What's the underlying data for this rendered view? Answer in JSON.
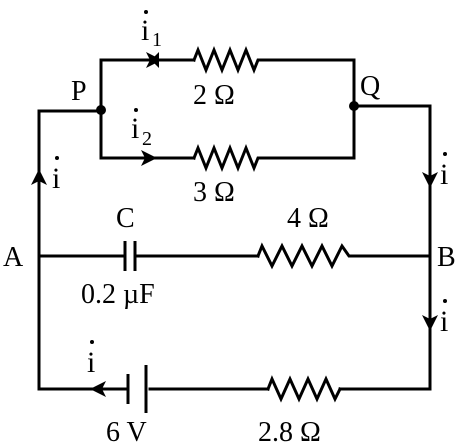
{
  "nodes": {
    "a": "A",
    "b": "B",
    "p": "P",
    "q": "Q"
  },
  "components": {
    "resistor_top": "2 Ω",
    "resistor_middle": "3 Ω",
    "capacitor": "C",
    "capacitor_value": "0.2 µF",
    "resistor_branch": "4 Ω",
    "battery": "6 V",
    "resistor_bottom": "2.8 Ω"
  },
  "currents": {
    "i1": "i",
    "i1_sub": "1",
    "i2": "i",
    "i2_sub": "2",
    "left": "i",
    "right_upper": "i",
    "right_lower": "i",
    "bottom": "i"
  }
}
